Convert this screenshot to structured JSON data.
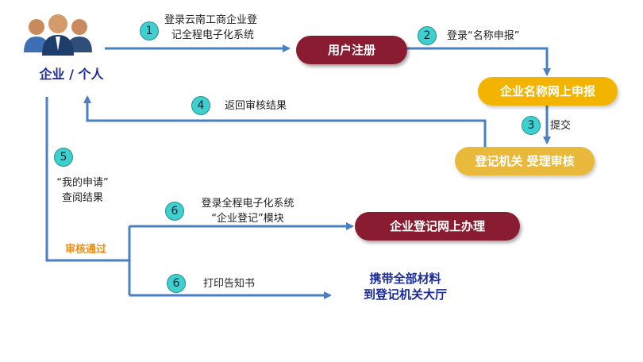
{
  "colors": {
    "arrow": "#4a7fc1",
    "dark_pill": "#8a1c32",
    "gold_pill": "#f2b400",
    "gold_pill_light": "#e8b93a",
    "step_circle": "#3ed0cf",
    "approved_text": "#f08c12",
    "bring_text": "#1a2a9a"
  },
  "actor": {
    "icon": "users-group-icon",
    "label": "企业 / 个人"
  },
  "nodes": {
    "register": "用户注册",
    "name_declare": "企业名称网上申报",
    "review": "登记机关 受理审核",
    "online_handle": "企业登记网上办理",
    "bring_materials": [
      "携带全部材料",
      "到登记机关大厅"
    ]
  },
  "steps": [
    {
      "num": "1",
      "lines": [
        "登录云南工商企业登",
        "记全程电子化系统"
      ]
    },
    {
      "num": "2",
      "lines": [
        "登录“名称申报”"
      ]
    },
    {
      "num": "3",
      "lines": [
        "提交"
      ]
    },
    {
      "num": "4",
      "lines": [
        "返回审核结果"
      ]
    },
    {
      "num": "5",
      "lines": [
        "“我的申请”",
        "查阅结果"
      ]
    },
    {
      "num": "6",
      "lines": [
        "登录全程电子化系统",
        "“企业登记”模块"
      ]
    },
    {
      "num": "6",
      "lines": [
        "打印告知书"
      ]
    }
  ],
  "approved_label": "审核通过"
}
